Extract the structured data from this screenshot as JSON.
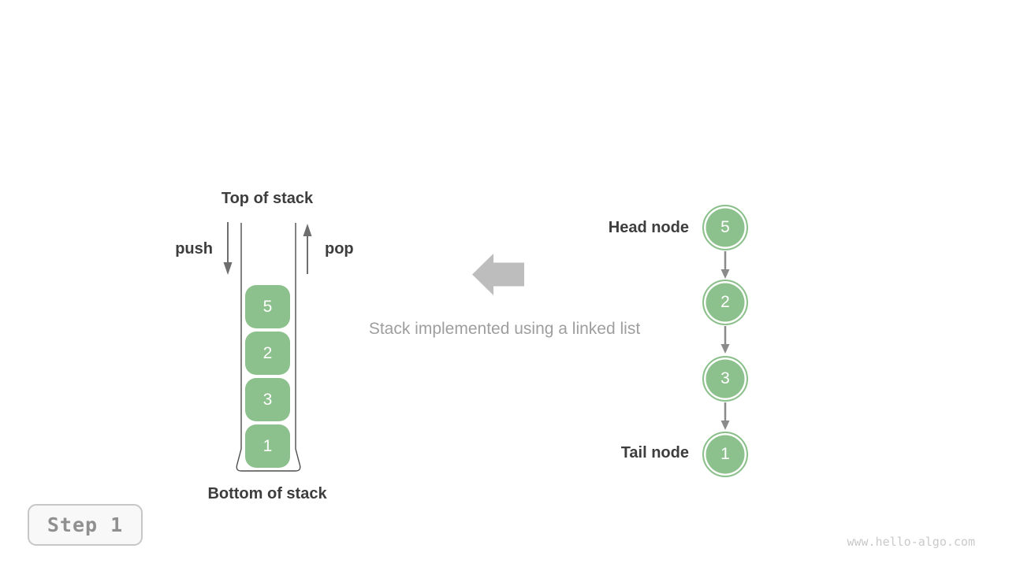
{
  "figure": {
    "step_label": "Step 1",
    "watermark": "www.hello-algo.com"
  },
  "stack_diagram": {
    "top_label": "Top of stack",
    "bottom_label": "Bottom of stack",
    "push_label": "push",
    "pop_label": "pop",
    "items": [
      "5",
      "2",
      "3",
      "1"
    ]
  },
  "caption": "Stack implemented using a linked list",
  "linked_list": {
    "head_label": "Head node",
    "tail_label": "Tail node",
    "nodes": [
      "5",
      "2",
      "3",
      "1"
    ]
  },
  "icons": {
    "push_arrow": "down-arrow-icon",
    "pop_arrow": "up-arrow-icon",
    "direction_arrow": "left-block-arrow-icon",
    "link_arrow": "down-arrow-icon"
  },
  "colors": {
    "node_green": "#8CC08C",
    "dark_text": "#3D3D3D",
    "thin_arrow_gray": "#6E6E6E",
    "link_arrow_gray": "#8A8A8A",
    "big_arrow_gray": "#BDBDBD",
    "caption_gray": "#9E9E9E",
    "container_stroke": "#4D4D4D",
    "step_text_gray": "#8F8F8F",
    "step_border_gray": "#C7C7C7",
    "step_bg": "#F8F8F8",
    "watermark_gray": "#C9C9C9"
  }
}
